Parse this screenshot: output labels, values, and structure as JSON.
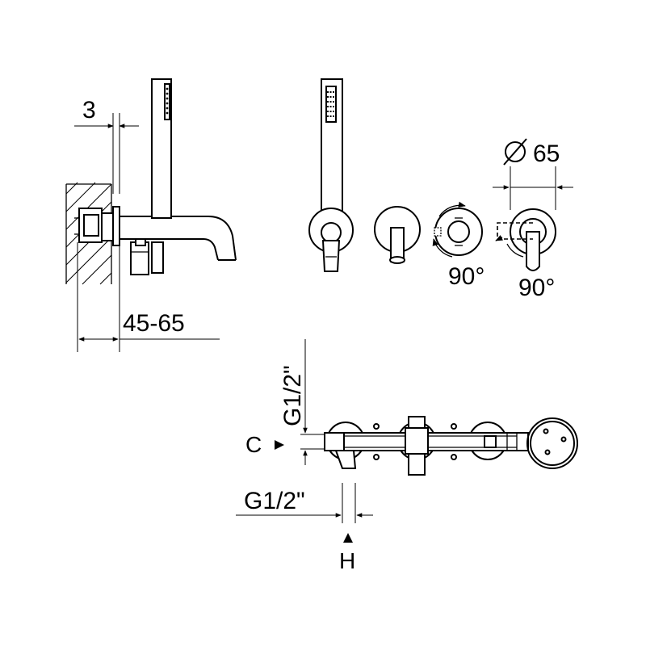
{
  "dimensions": {
    "plate_thickness": "3",
    "wall_depth": "45-65",
    "diameter": "65",
    "rotation_left": "90°",
    "rotation_right": "90°",
    "inlet_vertical": "G1/2\"",
    "inlet_horizontal": "G1/2\"",
    "cold_label": "C",
    "hot_label": "H"
  },
  "icons": {
    "diameter_symbol": "diameter-symbol-icon",
    "hatch": "wall-hatch-icon",
    "arrow": "arrowhead-icon"
  }
}
